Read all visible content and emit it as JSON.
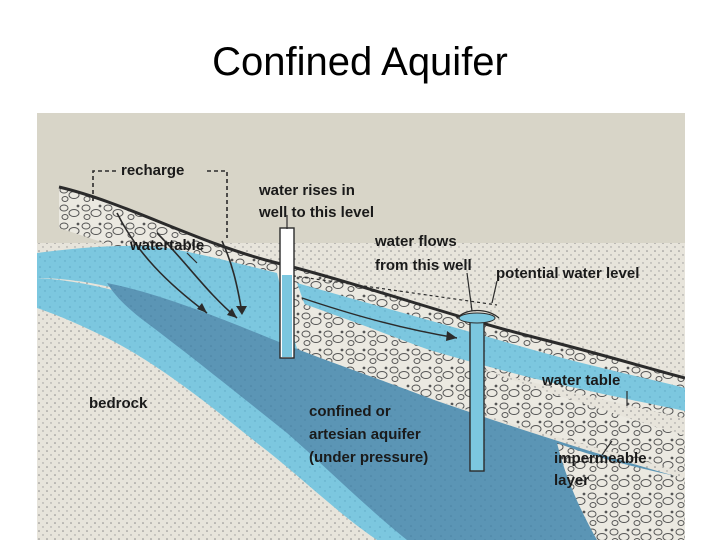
{
  "title": "Confined Aquifer",
  "diagram": {
    "labels": {
      "recharge": "recharge",
      "water_rises_line1": "water rises in",
      "water_rises_line2": "well to this level",
      "water_flows_line1": "water flows",
      "water_flows_line2": "from this well",
      "potential_water_level": "potential water level",
      "watertable_left": "watertable",
      "water_table_right": "water table",
      "bedrock": "bedrock",
      "confined_line1": "confined or",
      "confined_line2": "artesian aquifer",
      "confined_line3": "(under pressure)",
      "impermeable_line1": "impermeable",
      "impermeable_line2": "layer"
    },
    "colors": {
      "sky": "#d8d5c8",
      "light_water": "#7cc7df",
      "aquifer": "#5b95b5",
      "gravel": "#e9e7df",
      "bedrock": "#e6e3da",
      "soil": "#dedbd0",
      "line": "#2b2b2b"
    }
  }
}
